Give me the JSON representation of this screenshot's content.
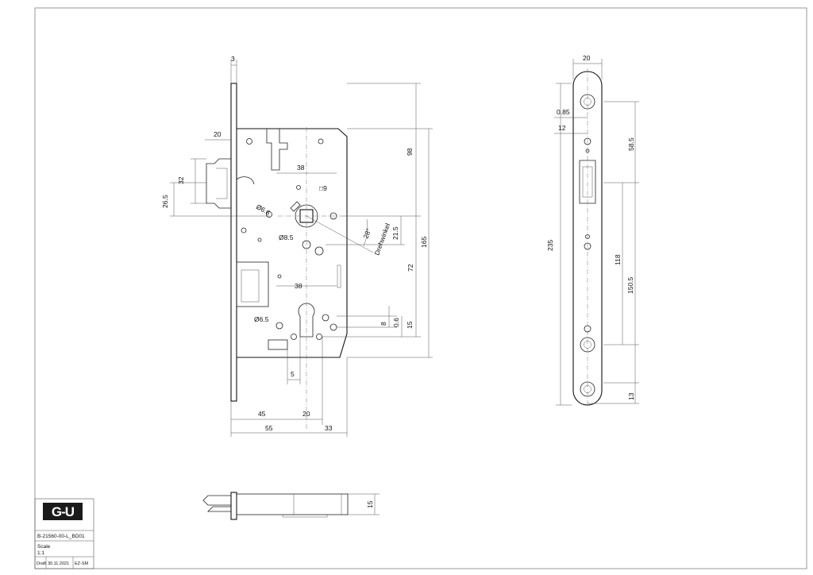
{
  "dimensions": {
    "faceplate_thickness": "3",
    "backset_top": "20",
    "latch_height": "32",
    "latch_offset": "26.5",
    "spindle_distance_x": "38",
    "square_spindle": "9",
    "hole_upper": "Ø6.6",
    "hole_middle": "Ø8.5",
    "rotation_angle": "28°",
    "rotation_label": "Drehwinkel",
    "height_98": "98",
    "height_21_5": "21.5",
    "height_165": "165",
    "height_72": "72",
    "cylinder_distance_x": "38",
    "hole_lower": "Ø6.5",
    "offset_8": "8",
    "offset_0_6": "0.6",
    "offset_15": "15",
    "width_5": "5",
    "width_45": "45",
    "width_20": "20",
    "width_55": "55",
    "width_33": "33",
    "plate_width": "20",
    "plate_0_85": "0.85",
    "plate_12": "12",
    "plate_58_5": "58.5",
    "plate_235": "235",
    "plate_118": "118",
    "plate_150_5": "150.5",
    "plate_13": "13",
    "side_15": "15"
  },
  "title_block": {
    "logo": "G-U",
    "drawing_number": "B-21560-00-L_BD01",
    "scale_label": "Scale",
    "scale_value": "1:1",
    "status": "Draft",
    "date": "30.11.2021",
    "author": "EZ-SM"
  }
}
